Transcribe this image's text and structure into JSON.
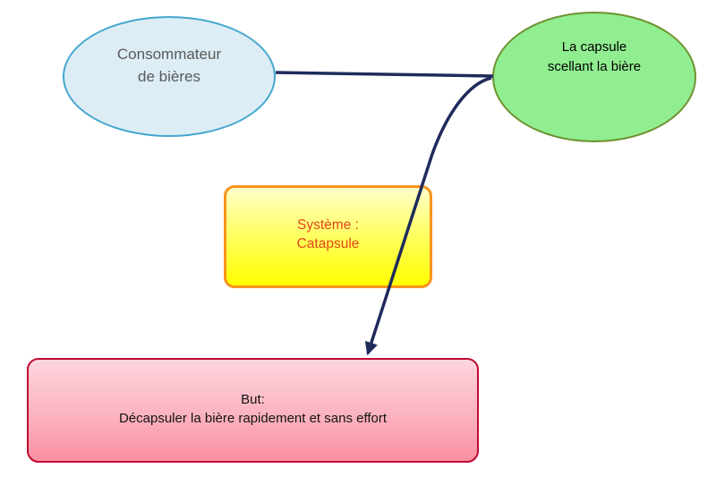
{
  "diagram": {
    "background": "#ffffff",
    "nodes": {
      "consumer": {
        "shape": "ellipse",
        "lines": [
          "Consommateur",
          "de bières"
        ],
        "fill": "#dcedf5",
        "border_color": "#45a7cf",
        "text_color": "#595959"
      },
      "capsule": {
        "shape": "ellipse",
        "lines": [
          "La capsule",
          "scellant la bière"
        ],
        "fill": "#90ee90",
        "border_color": "#6f9130",
        "text_color": "#000000"
      },
      "system": {
        "shape": "rounded-rectangle",
        "lines": [
          "Système :",
          "Catapsule"
        ],
        "fill_top": "#ffffc8",
        "fill_bottom": "#ffff00",
        "border_color": "#f8941d",
        "text_color": "#e2471a"
      },
      "goal": {
        "shape": "rounded-rectangle",
        "lines": [
          "But:",
          "Décapsuler la bière rapidement et sans effort"
        ],
        "fill_top": "#fdd6de",
        "fill_bottom": "#fa8fa1",
        "border_color": "#c00a32",
        "text_color": "#141414"
      }
    },
    "connectors": {
      "color": "#1f2b5c",
      "consumer_to_capsule": {
        "from": "consumer",
        "to": "capsule",
        "arrowhead": "none"
      },
      "capsule_to_goal": {
        "from": "capsule",
        "to": "goal",
        "arrowhead": "triangle"
      }
    }
  }
}
